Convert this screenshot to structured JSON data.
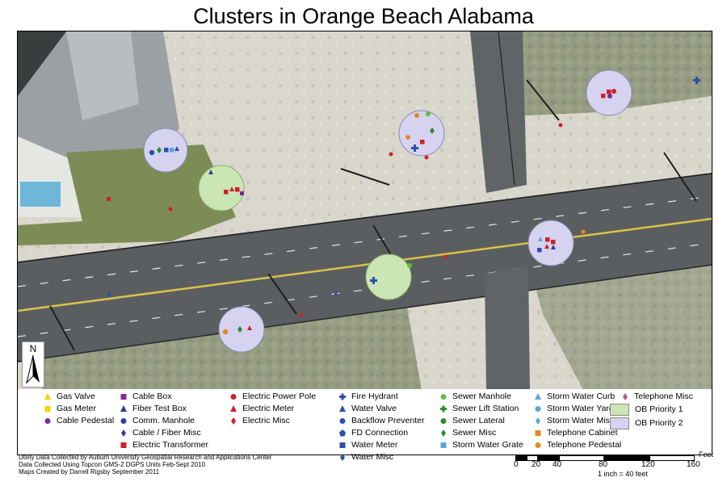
{
  "title": "Clusters in Orange Beach Alabama",
  "map": {
    "north_label": "N",
    "clusters": [
      {
        "priority": 2,
        "symbols": [
          "sewer_lateral_circle",
          "telephone_pedestal_blue",
          "water_meter",
          "storm_water_curb"
        ]
      },
      {
        "priority": 1,
        "symbols": [
          "fiber_test_box",
          "electric_transformer",
          "electric_meter",
          "cable_box"
        ]
      },
      {
        "priority": 2,
        "symbols": [
          "telephone_pedestal",
          "sewer_manhole",
          "sewer_lift_station",
          "fire_hydrant",
          "electric_transformer"
        ]
      },
      {
        "priority": 2,
        "symbols": [
          "electric_transformer",
          "electric_power_pole",
          "cable_pedestal"
        ]
      },
      {
        "priority": 2,
        "symbols": [
          "storm_water_curb",
          "electric_meter",
          "electric_transformer",
          "water_meter",
          "fiber_test_box"
        ]
      },
      {
        "priority": 1,
        "symbols": [
          "sewer_manhole",
          "fire_hydrant"
        ]
      },
      {
        "priority": 2,
        "symbols": [
          "telephone_pedestal",
          "sewer_lift_station",
          "electric_meter"
        ]
      }
    ]
  },
  "legend": {
    "columns": [
      [
        {
          "label": "Gas Valve",
          "symbol": "triangle",
          "color": "#f2d200"
        },
        {
          "label": "Gas Meter",
          "symbol": "square",
          "color": "#f2d200"
        },
        {
          "label": "Cable Pedestal",
          "symbol": "circle",
          "color": "#7a2d9a"
        }
      ],
      [
        {
          "label": "Cable Box",
          "symbol": "square",
          "color": "#7a2d9a"
        },
        {
          "label": "Fiber Test Box",
          "symbol": "triangle",
          "color": "#2a3f9e"
        },
        {
          "label": "Comm. Manhole",
          "symbol": "circle",
          "color": "#2a3f9e"
        },
        {
          "label": "Cable / Fiber Misc",
          "symbol": "diamond",
          "color": "#2a3f9e"
        },
        {
          "label": "Electric Transformer",
          "symbol": "square",
          "color": "#d0202a"
        }
      ],
      [
        {
          "label": "Electric Power Pole",
          "symbol": "circle",
          "color": "#d0202a"
        },
        {
          "label": "Electric Meter",
          "symbol": "triangle",
          "color": "#d0202a"
        },
        {
          "label": "Electric Misc",
          "symbol": "diamond",
          "color": "#d0202a"
        }
      ],
      [
        {
          "label": "Fire Hydrant",
          "symbol": "cross",
          "color": "#2a4fb0"
        },
        {
          "label": "Water Valve",
          "symbol": "triangle",
          "color": "#2a4fb0"
        },
        {
          "label": "Backflow Preventer",
          "symbol": "circle",
          "color": "#2a4fb0"
        },
        {
          "label": "FD Connection",
          "symbol": "pentagon",
          "color": "#2a4fb0"
        },
        {
          "label": "Water Meter",
          "symbol": "square",
          "color": "#2a4fb0"
        },
        {
          "label": "Water Misc",
          "symbol": "diamond",
          "color": "#2a4fb0"
        }
      ],
      [
        {
          "label": "Sewer Manhole",
          "symbol": "circle",
          "color": "#66bb44"
        },
        {
          "label": "Sewer Lift Station",
          "symbol": "cross",
          "color": "#2e8b2e"
        },
        {
          "label": "Sewer Lateral",
          "symbol": "circle",
          "color": "#2e8b2e"
        },
        {
          "label": "Sewer Misc",
          "symbol": "diamond",
          "color": "#2e8b2e"
        },
        {
          "label": "Storm Water Grate",
          "symbol": "square",
          "color": "#5aa6d9"
        }
      ],
      [
        {
          "label": "Storm Water Curb",
          "symbol": "triangle",
          "color": "#5aa6d9"
        },
        {
          "label": "Storm Water Yard",
          "symbol": "circle",
          "color": "#5aa6d9"
        },
        {
          "label": "Storm Water Misc",
          "symbol": "diamond",
          "color": "#5aa6d9"
        },
        {
          "label": "Telephone Cabinet",
          "symbol": "square",
          "color": "#e68a1e"
        },
        {
          "label": "Telephone Pedestal",
          "symbol": "circle",
          "color": "#e68a1e"
        }
      ],
      [
        {
          "label": "Telephone Misc",
          "symbol": "diamond",
          "color": "#b05a8a"
        }
      ]
    ],
    "priorities": [
      {
        "label": "OB Priority 1",
        "color": "#c9e6b4"
      },
      {
        "label": "OB Priority 2",
        "color": "#d5d3f0"
      }
    ]
  },
  "credits": [
    "Utility Data Collected by Auburn University Geospatial Research and Applications Center",
    "Data Collected Using Topcon GMS-2 DGPS Units Feb-Sept 2010",
    "Maps Created by Darrell Rigsby September 2011"
  ],
  "scale_bar": {
    "unit": "Feet",
    "ticks": [
      "0",
      "20",
      "40",
      "80",
      "120",
      "160"
    ],
    "ratio": "1 inch = 40 feet"
  }
}
